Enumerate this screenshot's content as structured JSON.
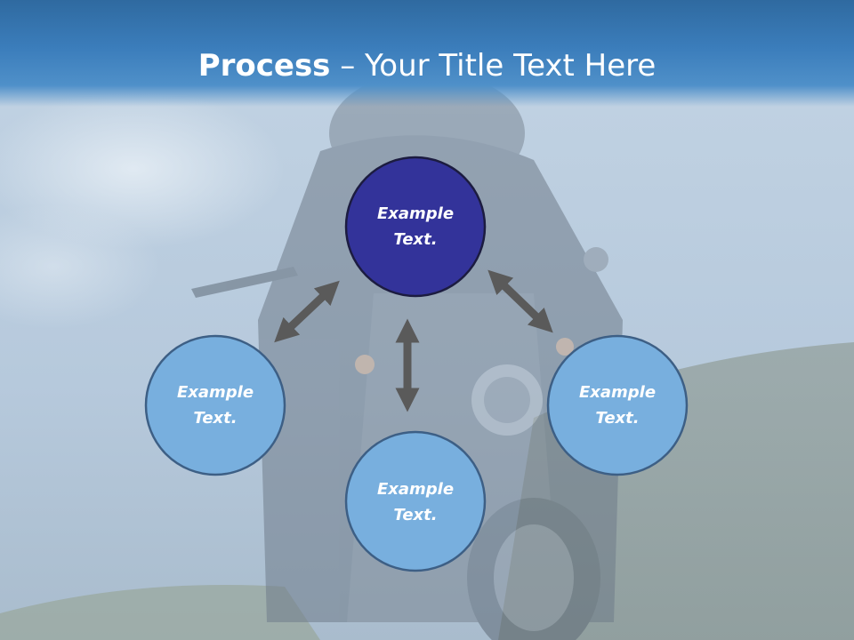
{
  "slide": {
    "title_bold": "Process",
    "title_rest": " – Your Title Text Here"
  },
  "colors": {
    "center_node": "#33339a",
    "outer_node": "#78afde",
    "node_border": "#3d5f85",
    "arrow": "#5a5a5a",
    "header": "#3b7dbb"
  },
  "nodes": {
    "top": {
      "line1": "Example",
      "line2": "Text."
    },
    "left": {
      "line1": "Example",
      "line2": "Text."
    },
    "right": {
      "line1": "Example",
      "line2": "Text."
    },
    "bottom": {
      "line1": "Example",
      "line2": "Text."
    }
  },
  "icons": {
    "arrows": [
      "double-arrow-icon"
    ]
  }
}
